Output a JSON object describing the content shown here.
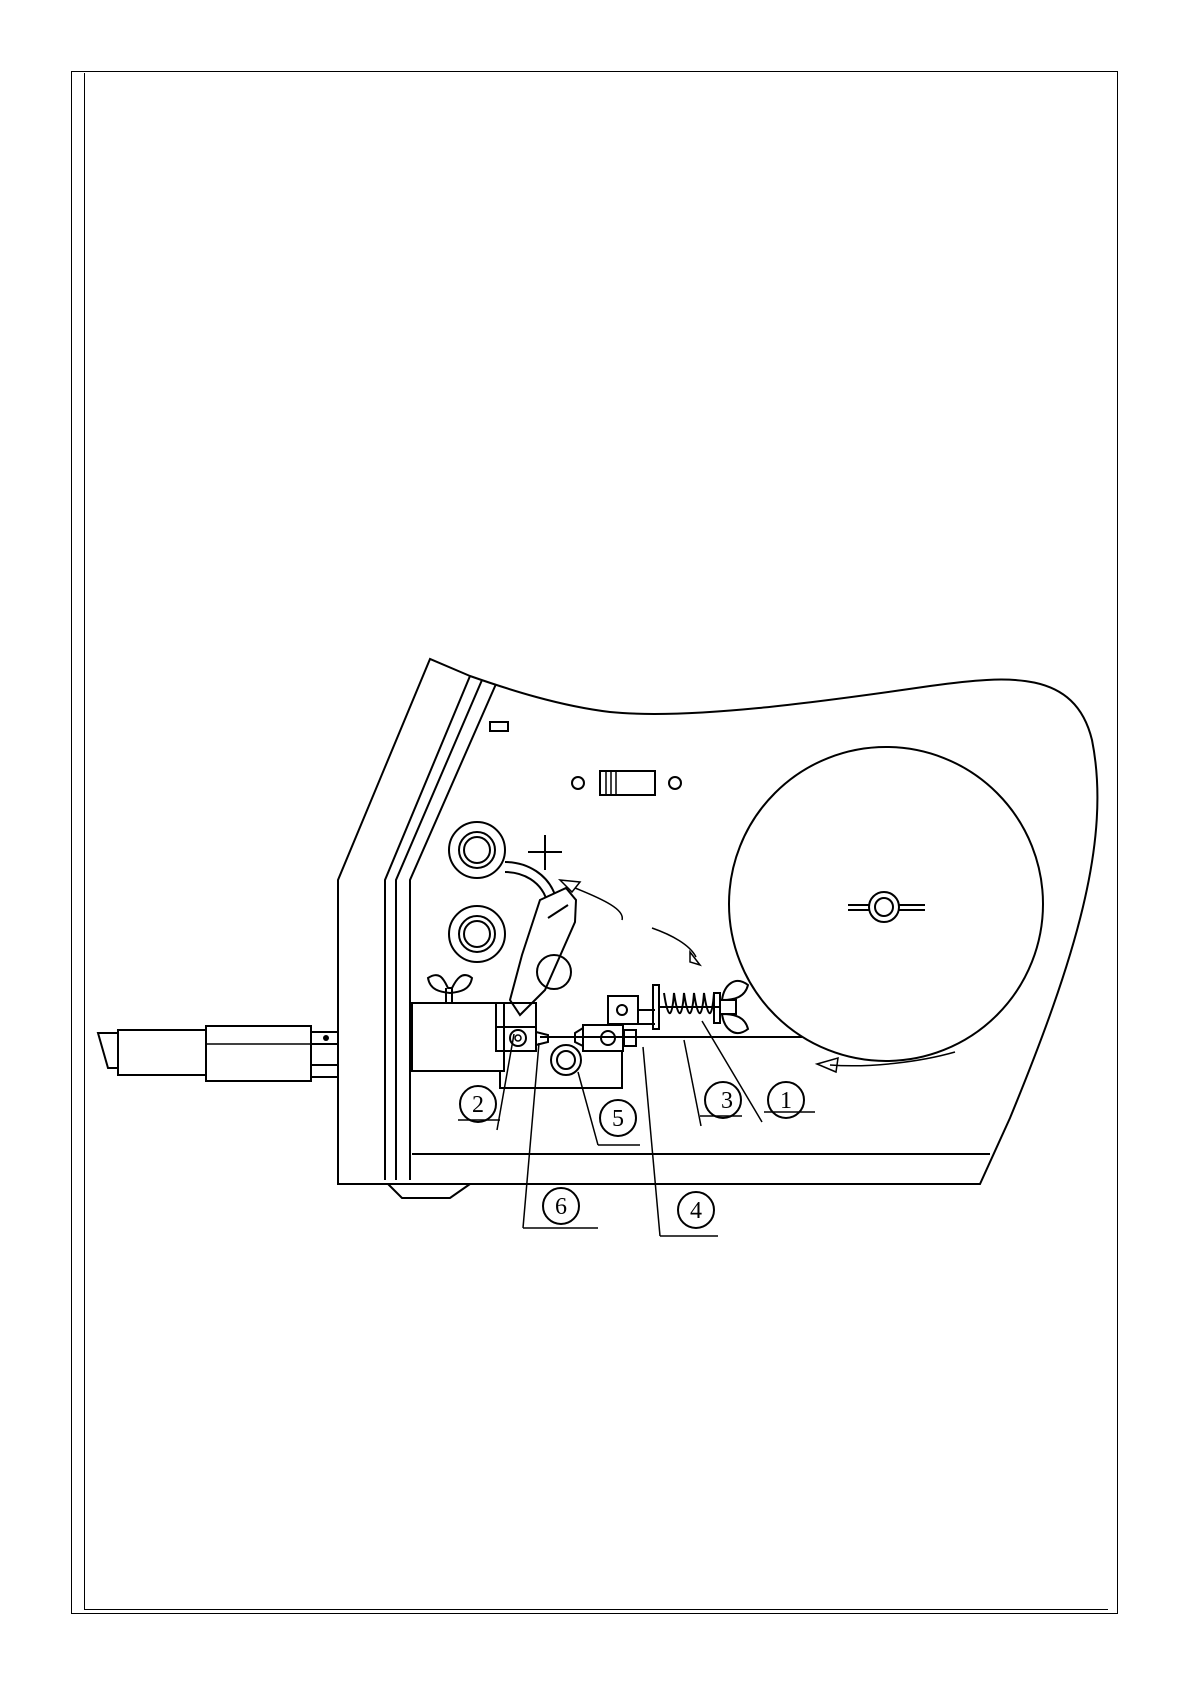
{
  "callouts": [
    {
      "id": "1",
      "label": "1"
    },
    {
      "id": "2",
      "label": "2"
    },
    {
      "id": "3",
      "label": "3"
    },
    {
      "id": "4",
      "label": "4"
    },
    {
      "id": "5",
      "label": "5"
    },
    {
      "id": "6",
      "label": "6"
    }
  ],
  "symbols": {
    "positive_terminal": "+"
  },
  "colors": {
    "line": "#000000",
    "background": "#ffffff"
  }
}
